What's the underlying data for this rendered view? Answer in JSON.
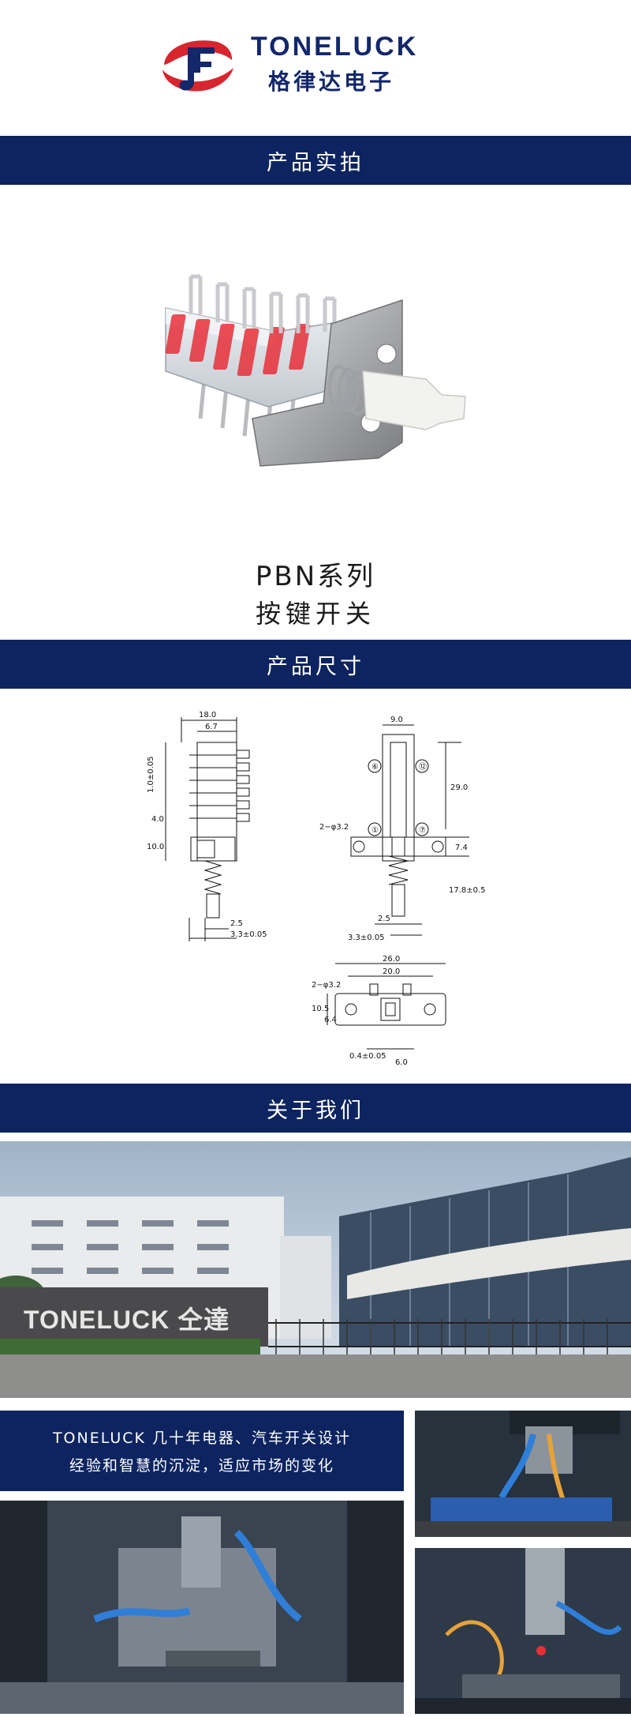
{
  "header": {
    "brand_en": "TONELUCK",
    "brand_cn": "格律达电子",
    "logo_icon": "toneluck-logo-icon",
    "colors": {
      "navy": "#13276b",
      "red": "#d8262e"
    }
  },
  "sections": {
    "photo": "产品实拍",
    "dimensions": "产品尺寸",
    "about": "关于我们"
  },
  "product": {
    "series": "PBN系列",
    "type": "按键开关"
  },
  "drawings": {
    "side": {
      "w_total": "18.0",
      "w_inner": "6.7",
      "pitch": "1.0±0.05",
      "d1": "4.0",
      "d2": "10.0",
      "b1": "2.5",
      "b2": "3.3±0.05"
    },
    "front": {
      "w": "9.0",
      "pin_top_left": "⑥",
      "pin_top_right": "⑫",
      "pin_bot_left": "①",
      "pin_bot_right": "⑦",
      "hole": "2−φ3.2",
      "h1": "29.0",
      "h2": "7.4",
      "h3": "17.8±0.5",
      "b1": "2.5",
      "b2": "3.3±0.05"
    },
    "bottom": {
      "w_total": "26.0",
      "w_inner": "20.0",
      "hole": "2−φ3.2",
      "h1": "10.5",
      "h2": "6.4",
      "b1": "0.4±0.05",
      "b2": "6.0"
    }
  },
  "about": {
    "sign_text": "TONELUCK 仝達",
    "line1": "TONELUCK 几十年电器、汽车开关设计",
    "line2": "经验和智慧的沉淀，适应市场的变化"
  },
  "colors": {
    "bar": "#0d2460",
    "accent_red": "#e8303a"
  }
}
